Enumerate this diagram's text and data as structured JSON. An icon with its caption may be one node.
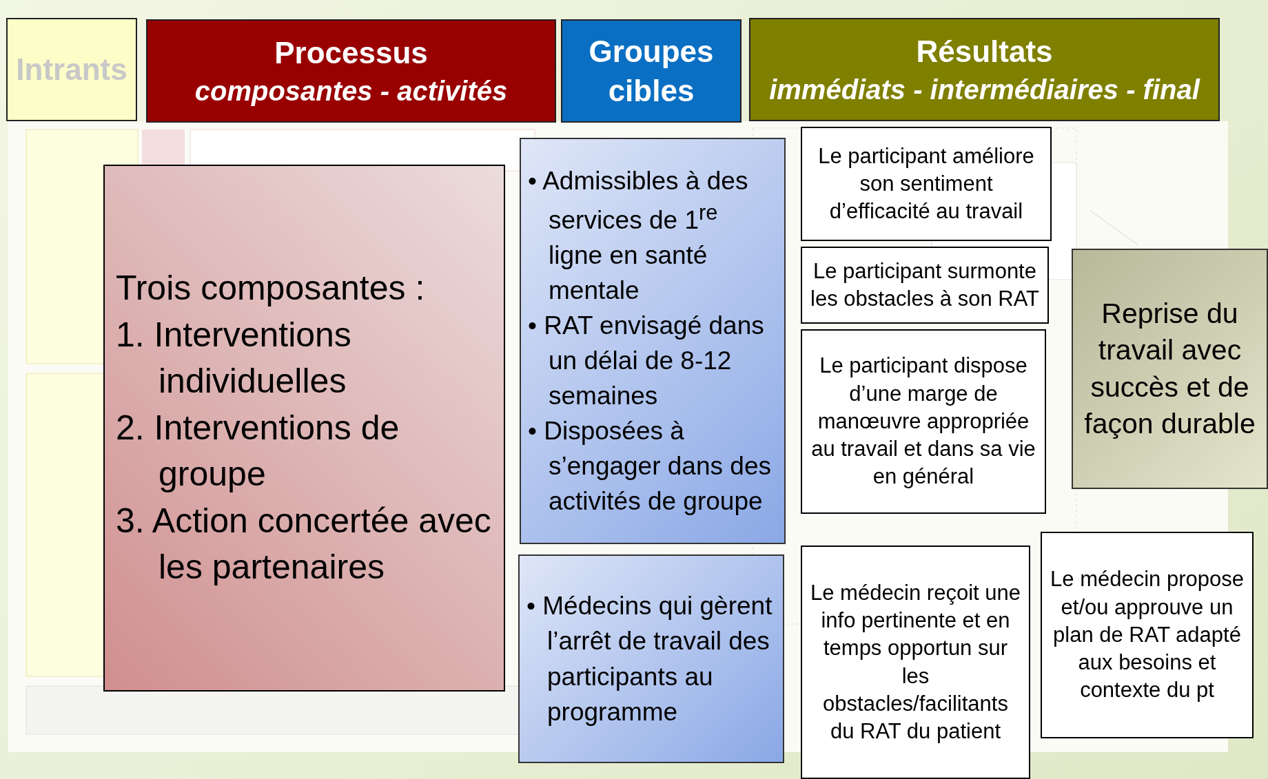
{
  "diagram": {
    "nodes": [
      {
        "text": [
          "Intrants"
        ]
      },
      {
        "text": [
          "Processus",
          "composantes - activités"
        ]
      },
      {
        "text": [
          "Groupes cibles"
        ]
      },
      {
        "text": [
          "Résultats",
          "immédiats - intermédiaires - final"
        ]
      },
      {
        "text": [
          "Trois composantes :",
          "1. Interventions individuelles",
          "2. Interventions de groupe",
          "3. Action concertée avec les partenaires"
        ]
      },
      {
        "text": [
          "• Admissibles à des services de 1$^{re}$ ligne en santé mentale",
          "• RAT envisagé dans un délai de 8-12 semaines",
          "• Disposées à s’engager dans des activités de groupe"
        ]
      },
      {
        "text": [
          "• Médecins qui gèrent l’arrêt de travail des participants au programme"
        ]
      },
      {
        "text": [
          "Le participant améliore son sentiment d’efficacité au travail"
        ]
      },
      {
        "text": [
          "Le participant surmonte les obstacles à son RAT"
        ]
      },
      {
        "text": [
          "Le participant dispose d’une marge de manœuvre appropriée au travail et dans sa vie en général"
        ]
      },
      {
        "text": [
          "Le médecin reçoit une info pertinente et en temps opportun sur les obstacles/facilitants du RAT du patient"
        ]
      },
      {
        "text": [
          "Le médecin propose et/ou approuve un plan de RAT adapté aux besoins et contexte du pt"
        ]
      },
      {
        "text": [
          "Reprise du travail avec succès et de façon durable"
        ]
      }
    ]
  }
}
